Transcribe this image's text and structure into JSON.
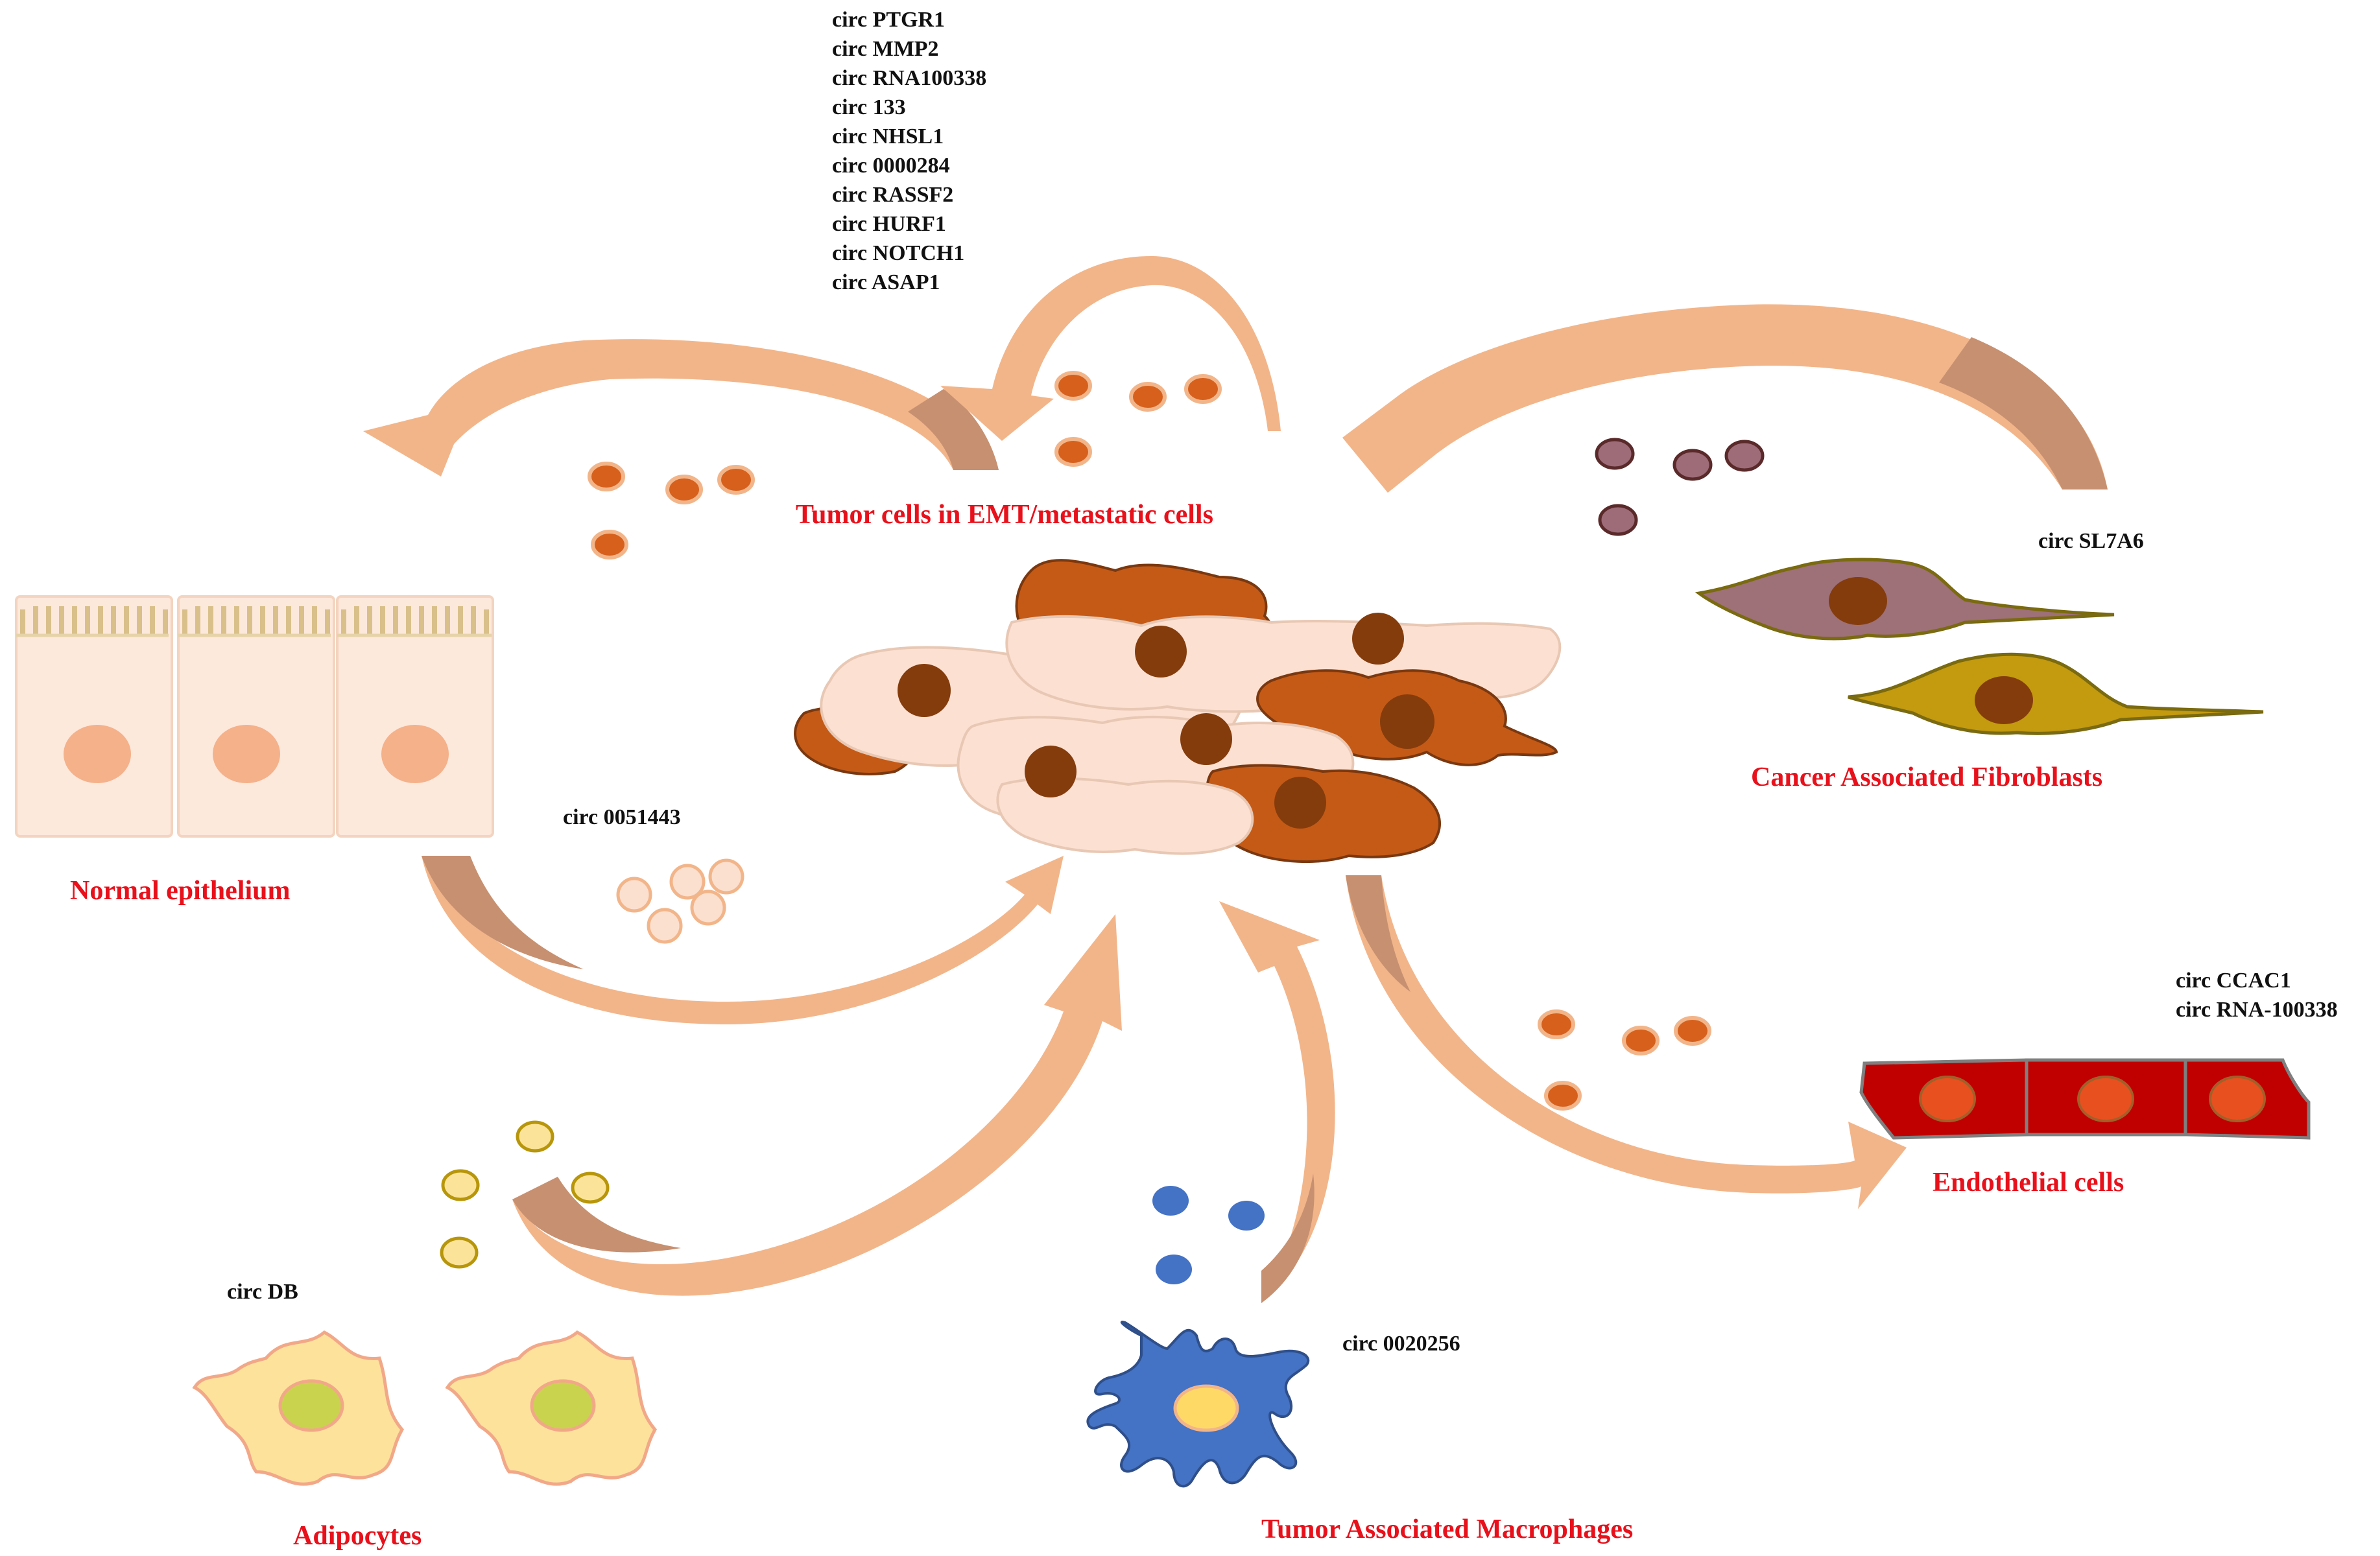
{
  "labels": {
    "tumor": "Tumor cells in EMT/metastatic cells",
    "normal": "Normal epithelium",
    "caf": "Cancer Associated Fibroblasts",
    "endothelial": "Endothelial cells",
    "adipocytes": "Adipocytes",
    "tam": "Tumor Associated Macrophages"
  },
  "circ": {
    "tumor_list": [
      "circ PTGR1",
      "circ MMP2",
      "circ RNA100338",
      "circ 133",
      "circ NHSL1",
      "circ 0000284",
      "circ RASSF2",
      "circ HURF1",
      "circ NOTCH1",
      "circ ASAP1"
    ],
    "normal": "circ 0051443",
    "caf": "circ SL7A6",
    "endothelial_1": "circ CCAC1",
    "endothelial_2": "circ RNA-100338",
    "adipocytes": "circ DB",
    "tam": "circ 0020256"
  },
  "colors": {
    "arrow": "#f2b58a",
    "arrow_shade": "#c79070",
    "label_red": "#e8111b",
    "tumor_dark": "#c55a16",
    "tumor_light": "#fce0d2",
    "nucleus": "#843c0c",
    "vesicle_tumor": "#d6601c",
    "vesicle_caf": "#9e6c78",
    "vesicle_normal": "#fbe0d0",
    "vesicle_adipocyte": "#fbe39a",
    "vesicle_tam": "#4472c4",
    "caf_1": "#9e7078",
    "caf_2": "#c49a0e",
    "endothelial": "#c00000",
    "adipocyte": "#fde29c",
    "macrophage": "#4472c4"
  }
}
